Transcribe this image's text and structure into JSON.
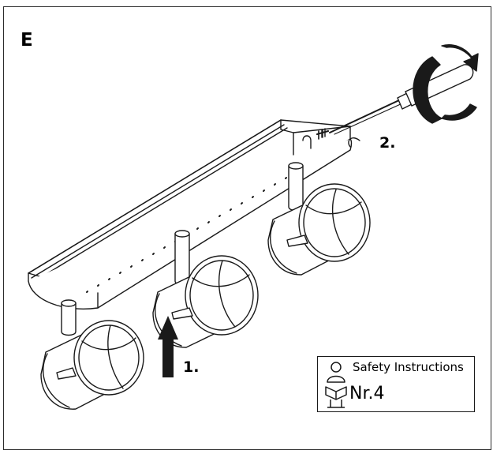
{
  "figure": {
    "step_letter": "E",
    "steps": [
      {
        "label": "1.",
        "action": "push-up-arrow"
      },
      {
        "label": "2.",
        "action": "screwdriver-tighten"
      }
    ],
    "safety": {
      "title": "Safety Instructions",
      "number": "Nr.4",
      "icon": "reading-person-icon"
    },
    "icons": [
      "up-arrow-icon",
      "rotate-arrow-icon",
      "screwdriver-icon"
    ],
    "colors": {
      "line": "#1a1a1a",
      "background": "#ffffff"
    }
  }
}
